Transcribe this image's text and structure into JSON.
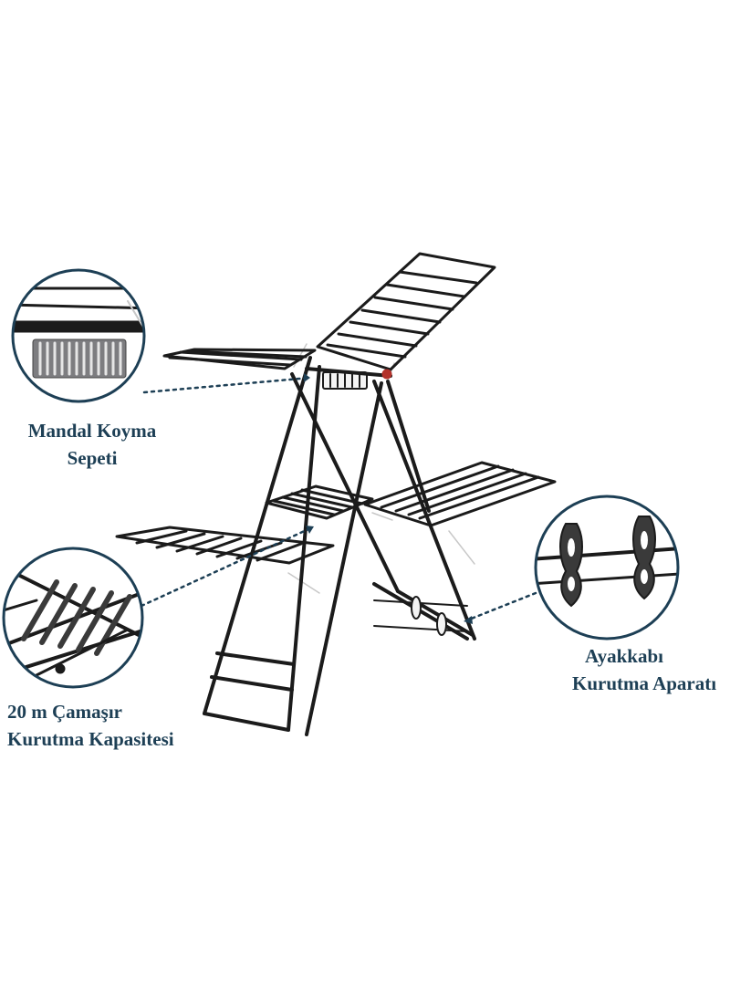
{
  "callouts": {
    "basket": {
      "line1": "Mandal Koyma",
      "line2": "Sepeti"
    },
    "capacity": {
      "line1": "20 m Çamaşır",
      "line2": "Kurutma Kapasitesi"
    },
    "shoe": {
      "line1": "Ayakkabı",
      "line2": "Kurutma Aparatı"
    }
  },
  "colors": {
    "frame": "#1b1b1b",
    "wire": "#c8c8c8",
    "callout_ring": "#1d3f55",
    "dotted_leader": "#1d3f55",
    "caption_text": "#1d3f55",
    "accent_red": "#b3322b",
    "background": "#ffffff"
  }
}
